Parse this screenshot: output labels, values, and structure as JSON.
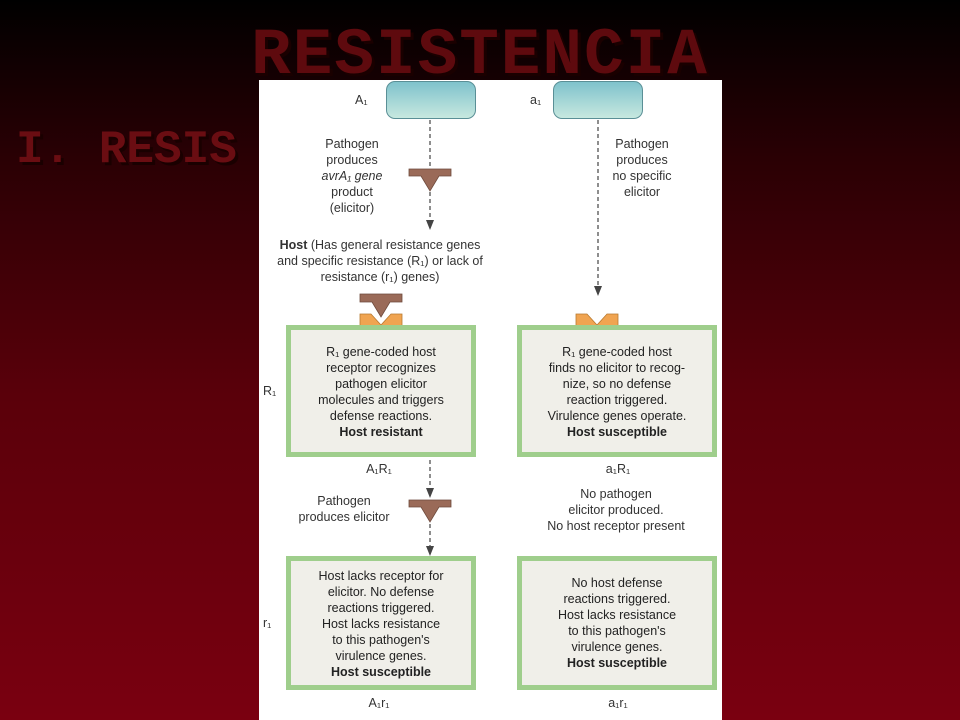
{
  "slide": {
    "title": "RESISTENCIA",
    "subtitle_left": "I. RESIS",
    "subtitle_right": "AL"
  },
  "diagram": {
    "top_left_label": "A₁",
    "top_right_label": "a₁",
    "left_top_text": [
      "Pathogen",
      "produces",
      "avrA₁ gene",
      "product",
      "(elicitor)"
    ],
    "right_top_text": [
      "Pathogen",
      "produces",
      "no specific",
      "elicitor"
    ],
    "host_text_bold": "Host",
    "host_text": [
      "(Has general resistance genes",
      "and specific resistance (R₁) or lack of",
      "resistance (r₁) genes)"
    ],
    "row1_label": "R₁",
    "row2_label": "r₁",
    "box_a1r1_upper": {
      "lines": [
        "R₁ gene-coded host",
        "receptor recognizes",
        "pathogen elicitor",
        "molecules and triggers",
        "defense reactions."
      ],
      "bold": "Host resistant"
    },
    "box_a1R1_right": {
      "lines": [
        "R₁ gene-coded host",
        "finds no elicitor to recog-",
        "nize, so no defense",
        "reaction triggered.",
        "Virulence genes operate."
      ],
      "bold": "Host susceptible"
    },
    "label_A1R1": "A₁R₁",
    "label_a1R1": "a₁R₁",
    "middle_left_text": [
      "Pathogen",
      "produces elicitor"
    ],
    "middle_right_text": [
      "No pathogen",
      "elicitor produced.",
      "No host receptor present"
    ],
    "box_A1r1": {
      "lines": [
        "Host lacks receptor for",
        "elicitor. No defense",
        "reactions triggered.",
        "Host lacks resistance",
        "to this pathogen's",
        "virulence genes."
      ],
      "bold": "Host susceptible"
    },
    "box_a1r1": {
      "lines": [
        "No host defense",
        "reactions triggered.",
        "Host lacks resistance",
        "to this pathogen's",
        "virulence genes."
      ],
      "bold": "Host susceptible"
    },
    "label_A1r1": "A₁r₁",
    "label_a1r1": "a₁r₁"
  },
  "colors": {
    "elicitor": "#9a6a58",
    "receptor": "#f0a451",
    "box_border": "#9fce8c",
    "pill": "#7fc2cc"
  }
}
